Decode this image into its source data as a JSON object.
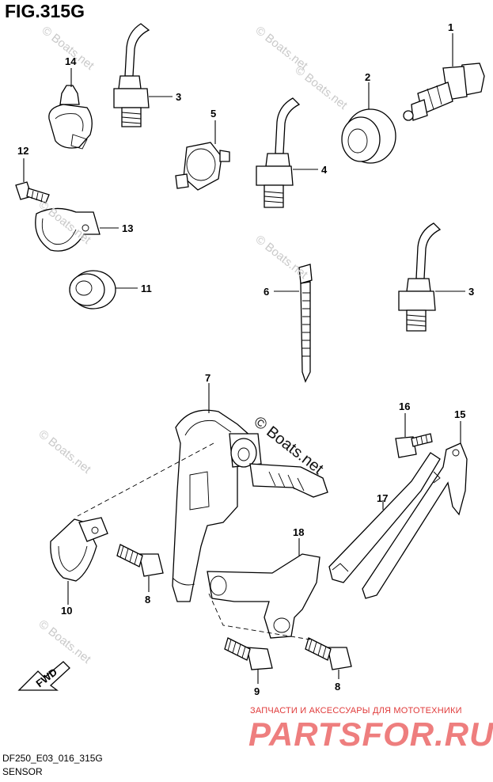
{
  "figure": {
    "title": "FIG.315G",
    "drawing_code": "DF250_E03_016_315G",
    "section": "SENSOR"
  },
  "watermarks": {
    "small": "© Boats.net",
    "main": "© Boats.net"
  },
  "promo": {
    "tagline": "ЗАПЧАСТИ И АКСЕССУАРЫ ДЛЯ МОТОТЕХНИКИ",
    "logo": "PARTSFOR.RU"
  },
  "fwd_label": "FWD",
  "callouts": [
    "1",
    "2",
    "3",
    "4",
    "5",
    "6",
    "3",
    "7",
    "8",
    "9",
    "8",
    "10",
    "11",
    "12",
    "13",
    "14",
    "15",
    "16",
    "17",
    "18"
  ]
}
